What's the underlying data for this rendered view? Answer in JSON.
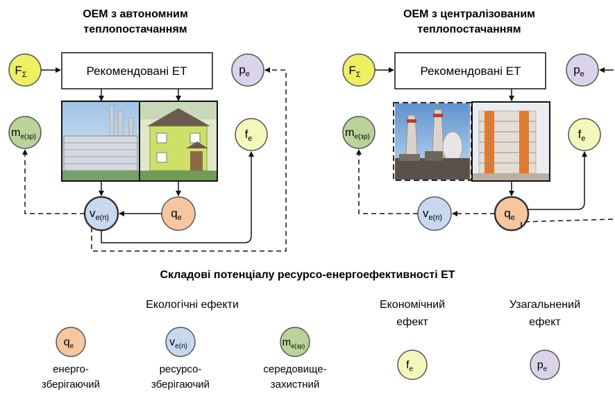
{
  "left_title": [
    "ОЕМ з автономним",
    "теплопостачанням"
  ],
  "right_title": [
    "ОЕМ з централізованим",
    "теплопостачанням"
  ],
  "recommended_label": "Рекомендовані ЕТ",
  "symbols": {
    "F": "F",
    "F_sub": "Σ",
    "p": "p",
    "p_sub": "e",
    "m": "m",
    "m_sub": "e(зр)",
    "f": "f",
    "f_sub": "e",
    "v": "v",
    "v_sub": "e(п)",
    "q": "q",
    "q_sub": "e"
  },
  "section_title": "Складові потенціалу ресурсо-енергоефективності ЕТ",
  "ecological_heading": "Екологічні ефекти",
  "economic_heading": [
    "Економічний",
    "ефект"
  ],
  "general_heading": [
    "Узагальнений",
    "ефект"
  ],
  "legend_labels": {
    "q": [
      "енерго-",
      "зберігаючий"
    ],
    "v": [
      "ресурсо-",
      "зберігаючий"
    ],
    "m": [
      "середовище-",
      "захистний"
    ]
  },
  "colors": {
    "F": "#eef064",
    "p": "#dad3ea",
    "m": "#b9d39a",
    "f": "#f4f7bb",
    "v": "#c8d8ef",
    "q": "#f6c79f"
  }
}
